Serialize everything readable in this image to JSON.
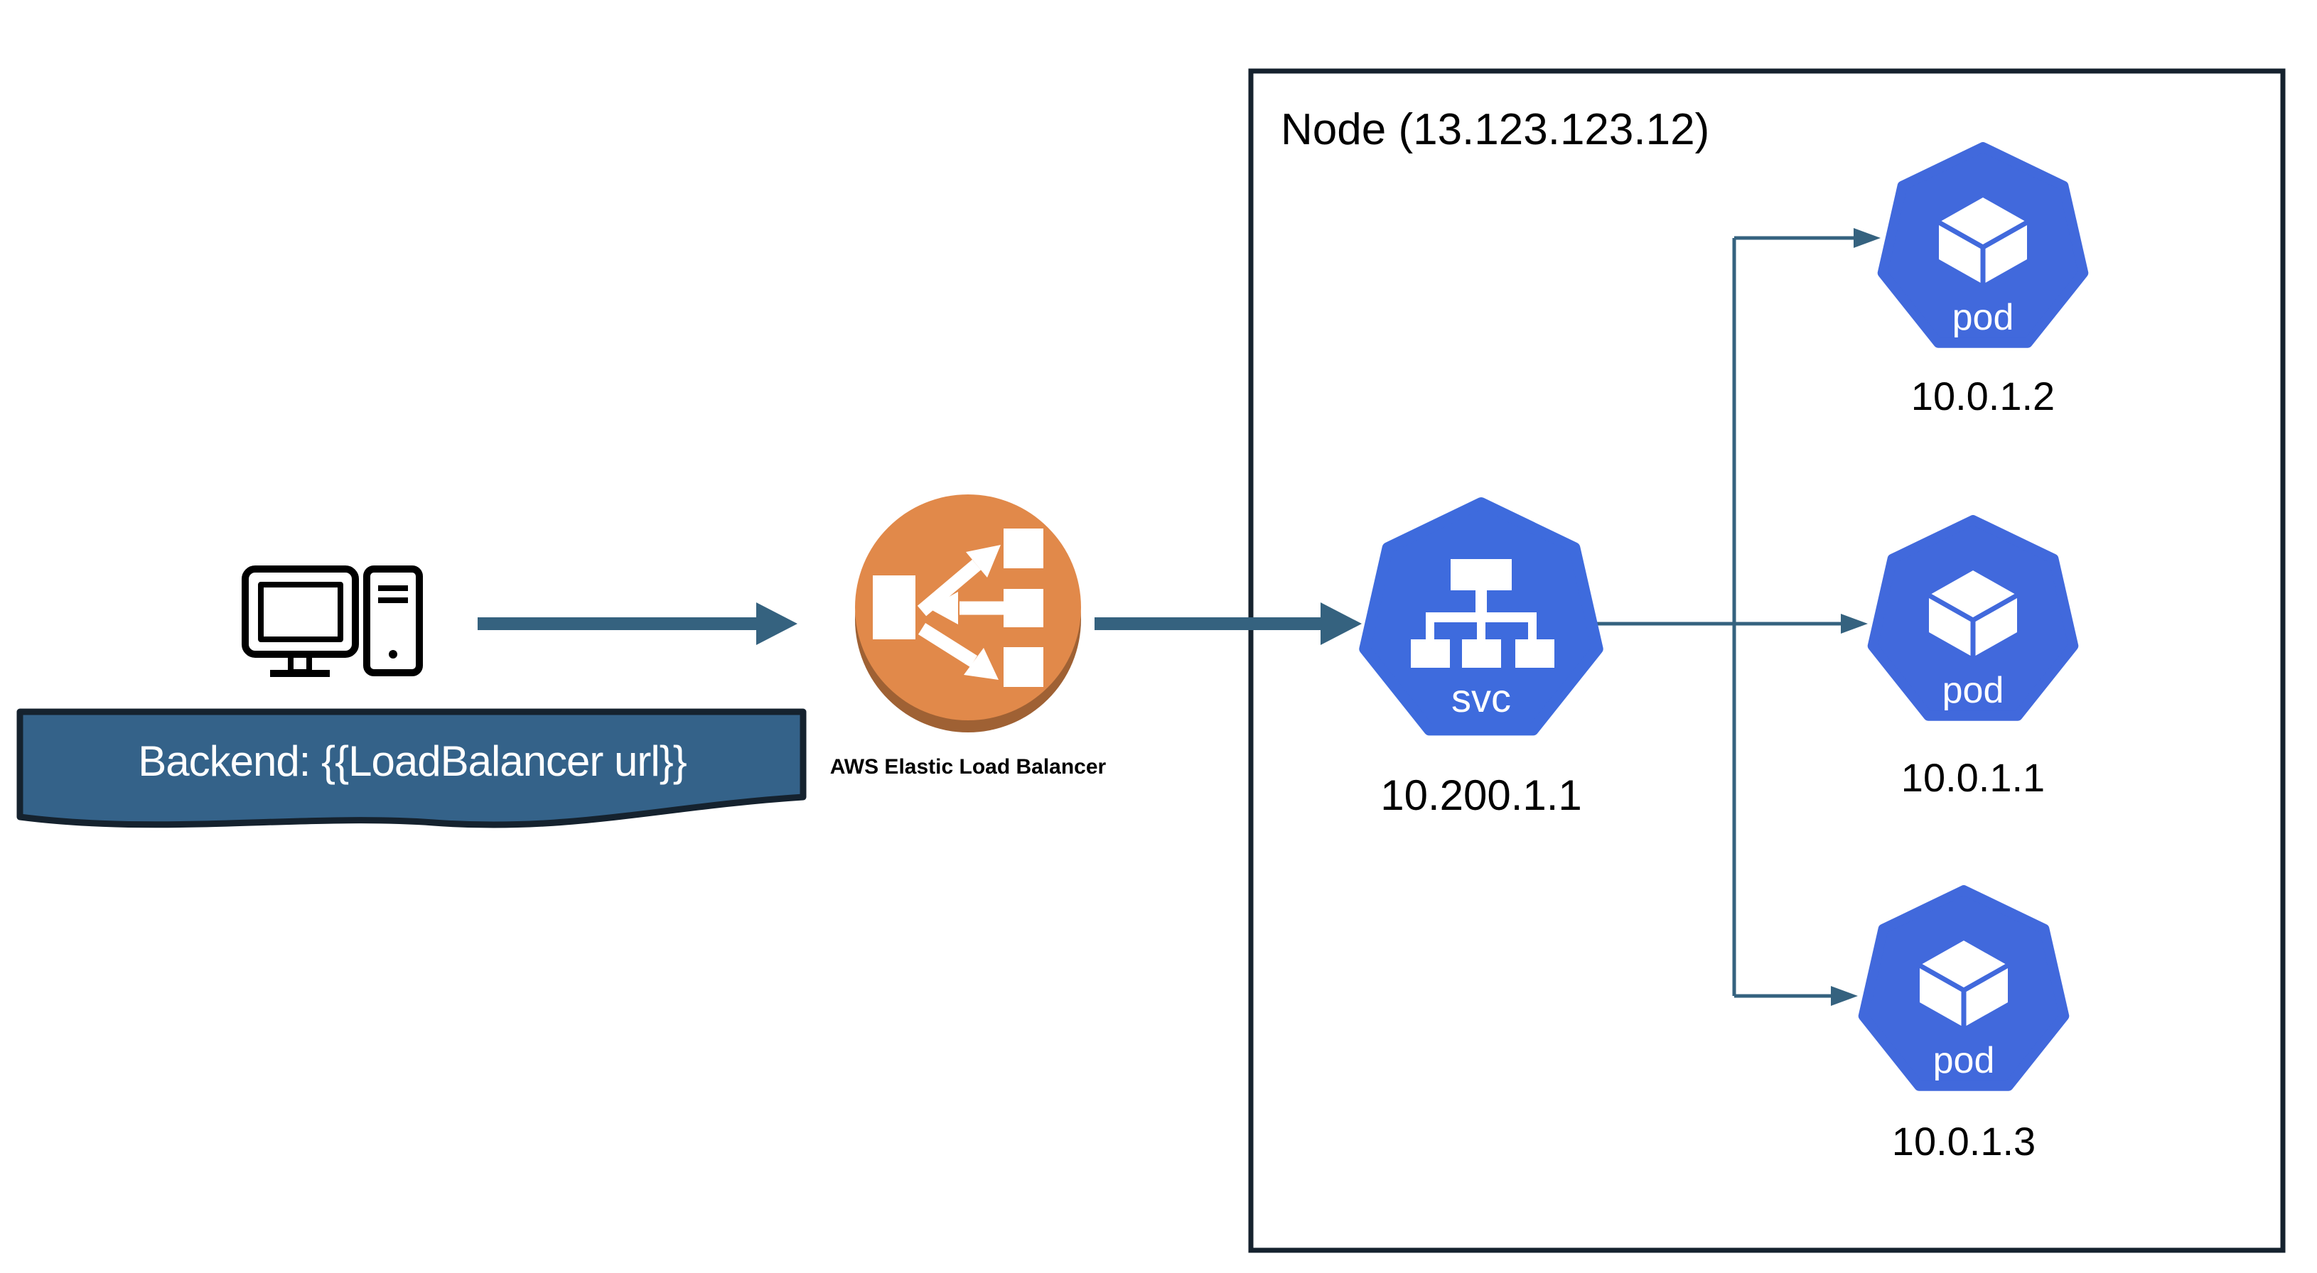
{
  "banner": {
    "text": "Backend: {{LoadBalancer url}}"
  },
  "elb": {
    "caption": "AWS Elastic Load Balancer"
  },
  "node": {
    "title": "Node (13.123.123.12)"
  },
  "svc": {
    "badge": "svc",
    "ip": "10.200.1.1"
  },
  "pods": [
    {
      "badge": "pod",
      "ip": "10.0.1.2"
    },
    {
      "badge": "pod",
      "ip": "10.0.1.1"
    },
    {
      "badge": "pod",
      "ip": "10.0.1.3"
    }
  ],
  "colors": {
    "arrow": "#35627F",
    "pod_blue": "#4169DC",
    "svc_blue": "#3E6BDD",
    "elb_orange": "#E1894A",
    "elb_shadow": "#9F6134",
    "banner_fill": "#346289",
    "dark_border": "#15222E"
  }
}
